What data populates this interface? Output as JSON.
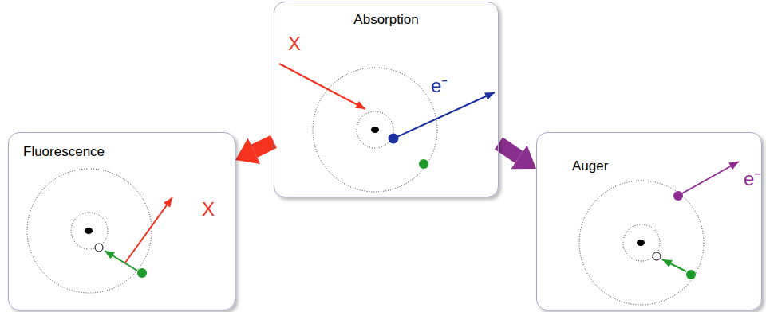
{
  "diagram": {
    "nodes": [
      {
        "text": [
          "Absorption"
        ]
      },
      {
        "text": [
          "Fluorescence"
        ]
      },
      {
        "text": [
          "Auger"
        ]
      }
    ],
    "edges": [
      {
        "from": 0,
        "to": 1,
        "arrow": "to"
      },
      {
        "from": 0,
        "to": 2,
        "arrow": "to"
      }
    ],
    "labels": [
      "X",
      "e⁻",
      "X",
      "e⁻"
    ]
  }
}
